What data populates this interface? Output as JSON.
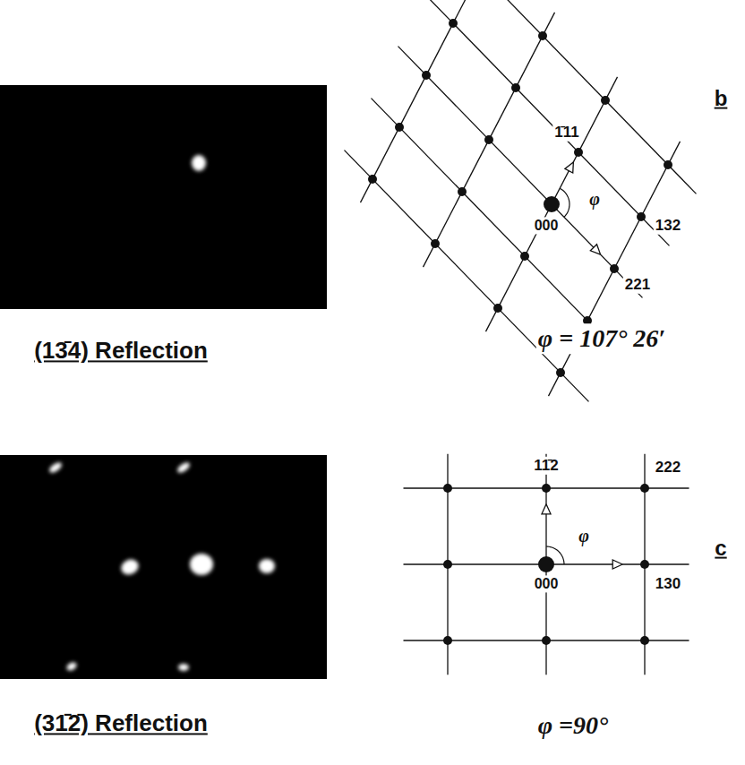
{
  "diagram": {
    "labels": [
      "(13̄4) Reflection",
      "1̄11",
      "000",
      "132",
      "221",
      "φ",
      "φ = 107° 26′",
      "b",
      "(31̄2̄) Reflection",
      "11̄2",
      "222",
      "000",
      "130",
      "φ",
      "φ =90°",
      "c"
    ]
  }
}
